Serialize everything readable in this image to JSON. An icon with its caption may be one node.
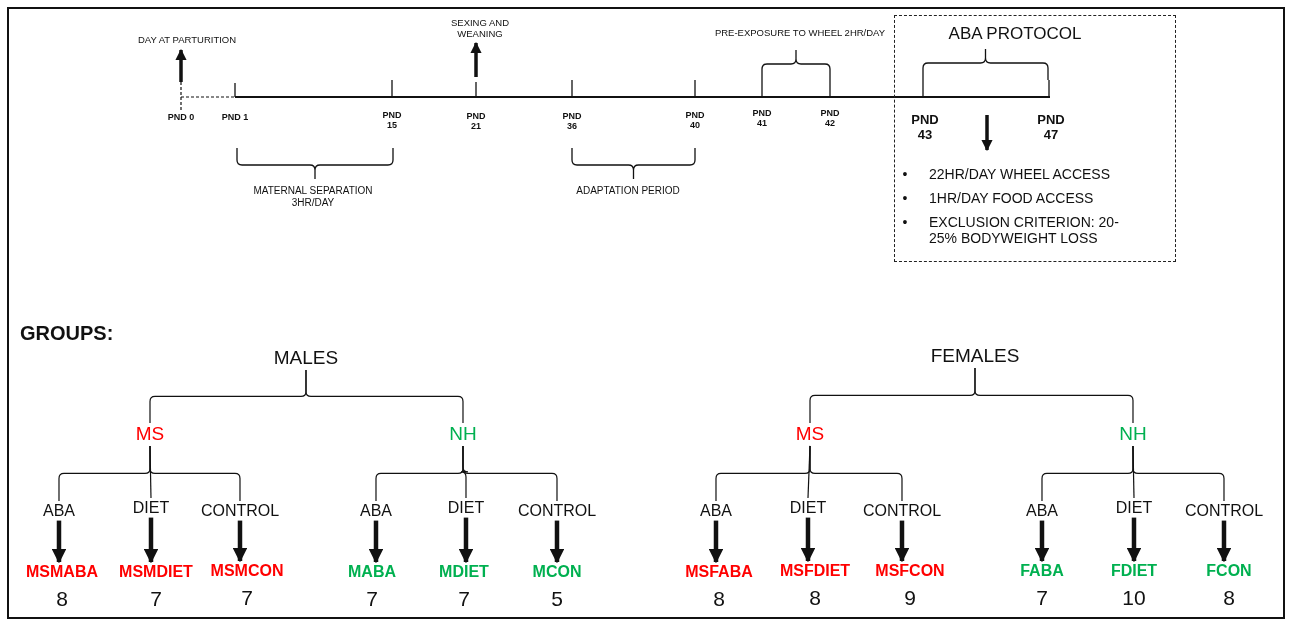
{
  "diagram": {
    "nodes": [
      {
        "text": [
          "ABA PROTOCOL",
          "PND 43",
          "PND 47",
          "•",
          "22HR/DAY WHEEL ACCESS",
          "•",
          "1HR/DAY FOOD ACCESS",
          "•",
          "EXCLUSION CRITERION: 20-25% BODYWEIGHT LOSS"
        ]
      },
      {
        "text": [
          "MALES"
        ]
      },
      {
        "text": [
          "MS"
        ]
      },
      {
        "text": [
          "NH"
        ]
      },
      {
        "text": [
          "ABA"
        ]
      },
      {
        "text": [
          "DIET"
        ]
      },
      {
        "text": [
          "CONTROL"
        ]
      },
      {
        "text": [
          "ABA"
        ]
      },
      {
        "text": [
          "DIET"
        ]
      },
      {
        "text": [
          "CONTROL"
        ]
      },
      {
        "text": [
          "MSMABA"
        ],
        "beside": [
          "8"
        ]
      },
      {
        "text": [
          "MSMDIET"
        ],
        "beside": [
          "7"
        ]
      },
      {
        "text": [
          "MSMCON"
        ],
        "beside": [
          "7"
        ]
      },
      {
        "text": [
          "MABA"
        ],
        "beside": [
          "7"
        ]
      },
      {
        "text": [
          "MDIET"
        ],
        "beside": [
          "7"
        ]
      },
      {
        "text": [
          "MCON"
        ],
        "beside": [
          "5"
        ]
      },
      {
        "text": [
          "FEMALES"
        ]
      },
      {
        "text": [
          "MS"
        ]
      },
      {
        "text": [
          "NH"
        ]
      },
      {
        "text": [
          "ABA"
        ]
      },
      {
        "text": [
          "DIET"
        ]
      },
      {
        "text": [
          "CONTROL"
        ]
      },
      {
        "text": [
          "ABA"
        ]
      },
      {
        "text": [
          "DIET"
        ]
      },
      {
        "text": [
          "CONTROL"
        ]
      },
      {
        "text": [
          "MSFABA"
        ],
        "beside": [
          "8"
        ]
      },
      {
        "text": [
          "MSFDIET"
        ],
        "beside": [
          "8"
        ]
      },
      {
        "text": [
          "MSFCON"
        ],
        "beside": [
          "9"
        ]
      },
      {
        "text": [
          "FABA"
        ],
        "beside": [
          "7"
        ]
      },
      {
        "text": [
          "FDIET"
        ],
        "beside": [
          "10"
        ]
      },
      {
        "text": [
          "FCON"
        ],
        "beside": [
          "8"
        ]
      }
    ],
    "edges": [
      {
        "from": 1,
        "to": 2,
        "arrow": "none"
      },
      {
        "from": 1,
        "to": 3,
        "arrow": "none"
      },
      {
        "from": 2,
        "to": 4,
        "arrow": "none"
      },
      {
        "from": 2,
        "to": 5,
        "arrow": "none"
      },
      {
        "from": 2,
        "to": 6,
        "arrow": "none"
      },
      {
        "from": 3,
        "to": 7,
        "arrow": "none"
      },
      {
        "from": 3,
        "to": 8,
        "arrow": "none"
      },
      {
        "from": 3,
        "to": 9,
        "arrow": "none"
      },
      {
        "from": 4,
        "to": 10,
        "arrow": "to",
        "style": "thick"
      },
      {
        "from": 5,
        "to": 11,
        "arrow": "to",
        "style": "thick"
      },
      {
        "from": 6,
        "to": 12,
        "arrow": "to",
        "style": "thick"
      },
      {
        "from": 7,
        "to": 13,
        "arrow": "to",
        "style": "thick"
      },
      {
        "from": 8,
        "to": 14,
        "arrow": "to",
        "style": "thick"
      },
      {
        "from": 9,
        "to": 15,
        "arrow": "to",
        "style": "thick"
      },
      {
        "from": 16,
        "to": 17,
        "arrow": "none"
      },
      {
        "from": 16,
        "to": 18,
        "arrow": "none"
      },
      {
        "from": 17,
        "to": 19,
        "arrow": "none"
      },
      {
        "from": 17,
        "to": 20,
        "arrow": "none"
      },
      {
        "from": 17,
        "to": 21,
        "arrow": "none"
      },
      {
        "from": 18,
        "to": 22,
        "arrow": "none"
      },
      {
        "from": 18,
        "to": 23,
        "arrow": "none"
      },
      {
        "from": 18,
        "to": 24,
        "arrow": "none"
      },
      {
        "from": 19,
        "to": 25,
        "arrow": "to",
        "style": "thick"
      },
      {
        "from": 20,
        "to": 26,
        "arrow": "to",
        "style": "thick"
      },
      {
        "from": 21,
        "to": 27,
        "arrow": "to",
        "style": "thick"
      },
      {
        "from": 22,
        "to": 28,
        "arrow": "to",
        "style": "thick"
      },
      {
        "from": 23,
        "to": 29,
        "arrow": "to",
        "style": "thick"
      },
      {
        "from": 24,
        "to": 30,
        "arrow": "to",
        "style": "thick"
      }
    ],
    "labels": [
      "SEXING AND WEANING",
      "PRE-EXPOSURE TO WHEEL 2HR/DAY",
      "DAY AT PARTURITION",
      "PND 0",
      "PND 1",
      "PND 15",
      "PND 21",
      "PND 36",
      "PND 40",
      "PND 41",
      "PND 42",
      "MATERNAL SEPARATION 3HR/DAY",
      "ADAPTATION PERIOD",
      "GROUPS:"
    ]
  }
}
